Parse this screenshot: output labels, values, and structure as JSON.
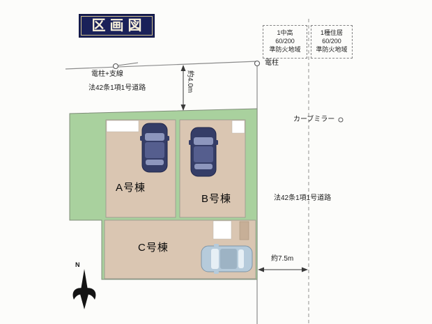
{
  "title": {
    "text": "区画図"
  },
  "zoning": [
    {
      "text": "1中高\n60/200\n準防火地域"
    },
    {
      "text": "1種住居\n60/200\n準防火地域"
    }
  ],
  "landmarks": {
    "pole_left": "電柱+支線",
    "pole_right": "電柱",
    "curve_mirror": "カーブミラー",
    "compass_north": "N"
  },
  "roads": {
    "top_label": "法42条1項1号道路",
    "top_width": "約4.0m",
    "right_label": "法42条1項1号道路",
    "right_width": "約7.5m"
  },
  "plots": [
    {
      "name": "A号棟"
    },
    {
      "name": "B号棟"
    },
    {
      "name": "C号棟"
    }
  ],
  "colors": {
    "parcel_green": "#a9d19e",
    "plot_tan": "#dac6b2",
    "title_bg": "#1a2159",
    "title_text": "#f6efd9",
    "car_dark": "#353d67",
    "car_light": "#b6cbdb",
    "line_gray": "#8b8b8b"
  }
}
